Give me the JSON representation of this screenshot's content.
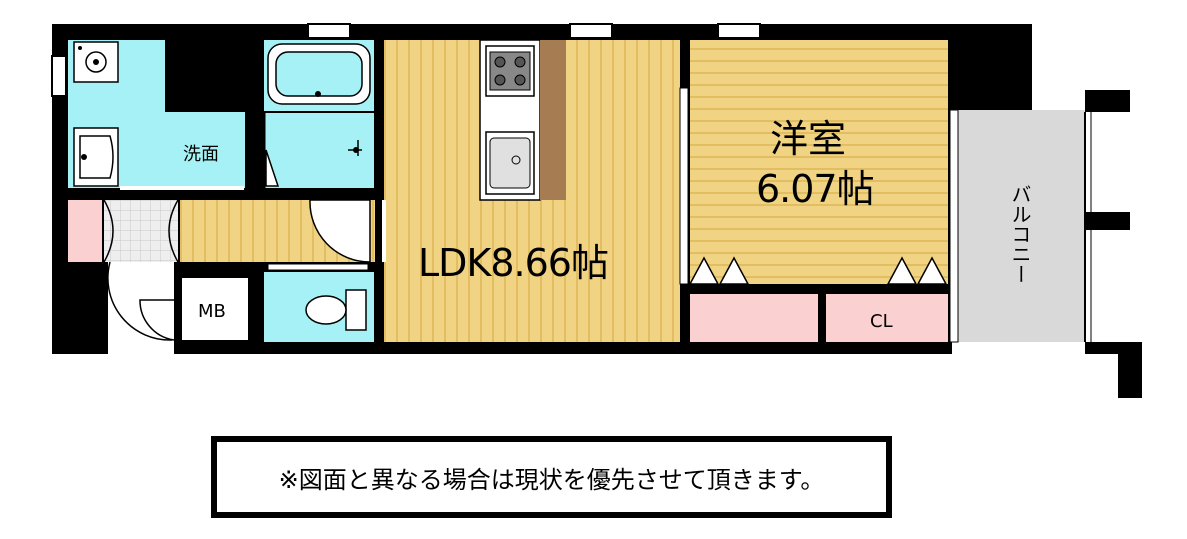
{
  "rooms": {
    "washroom": "洗面",
    "ldk": "LDK8.66帖",
    "western_room_name": "洋室",
    "western_room_size": "6.07帖",
    "balcony": "バルコニー",
    "meter_box": "MB",
    "closet": "CL"
  },
  "note": "※図面と異なる場合は現状を優先させて頂きます。",
  "colors": {
    "wall": "#000000",
    "wet_area": "#a6f1f5",
    "wood_floor": "#f0d383",
    "wood_stripe": "#e2bd62",
    "storage": "#fad0d0",
    "balcony": "#d9d9d9",
    "counter": "#a67c52"
  },
  "icons": [
    "washing-machine-icon",
    "bathtub-icon",
    "washbasin-icon",
    "stove-icon",
    "kitchen-sink-icon",
    "toilet-icon"
  ]
}
